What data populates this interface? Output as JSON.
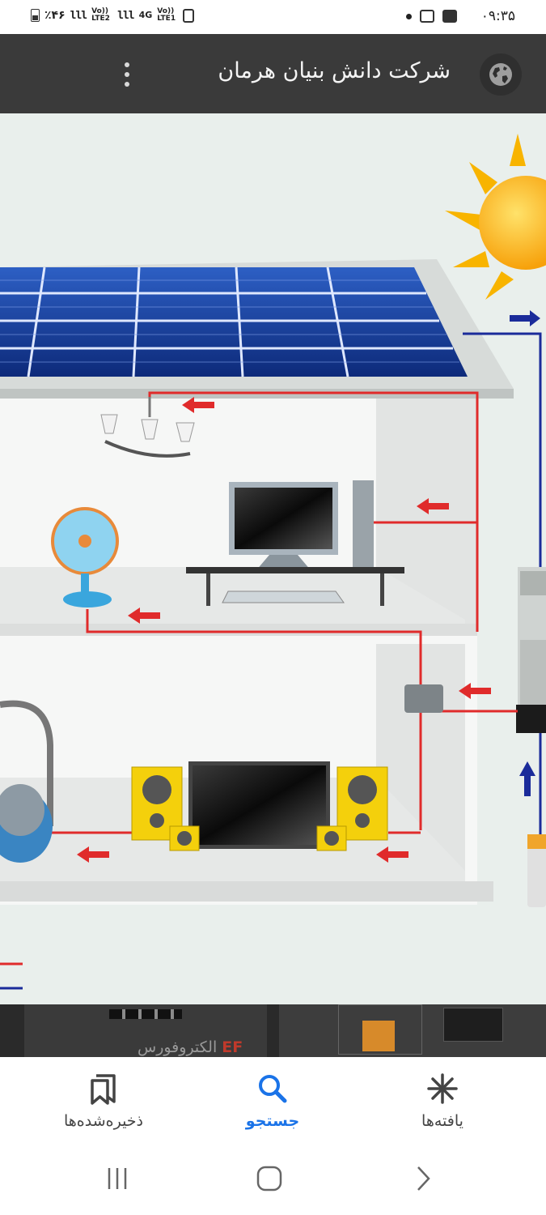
{
  "status_bar": {
    "battery_percent": "٪۴۶",
    "signal_1": "lll",
    "sim_1_label": "Vo)) LTE2",
    "signal_2": "lll",
    "network_type": "4G",
    "sim_2_label": "Vo)) LTE1",
    "time": "۰۹:۳۵"
  },
  "header": {
    "title": "شرکت دانش بنیان هرمان",
    "globe_icon": "globe-icon",
    "more_icon": "more-vertical-icon"
  },
  "related": {
    "caption_prefix": "EF",
    "caption_text": "الکتروفورس"
  },
  "bottom_nav": {
    "items": [
      {
        "label": "ذخیره‌شده‌ها",
        "icon": "bookmarks-icon",
        "active": false
      },
      {
        "label": "جستجو",
        "icon": "search-icon",
        "active": true
      },
      {
        "label": "یافته‌ها",
        "icon": "discover-icon",
        "active": false
      }
    ]
  },
  "colors": {
    "header_bg": "#3a3a3a",
    "accent": "#1a73e8",
    "ac_line": "#e02b2b",
    "dc_line": "#1a2b9a"
  }
}
